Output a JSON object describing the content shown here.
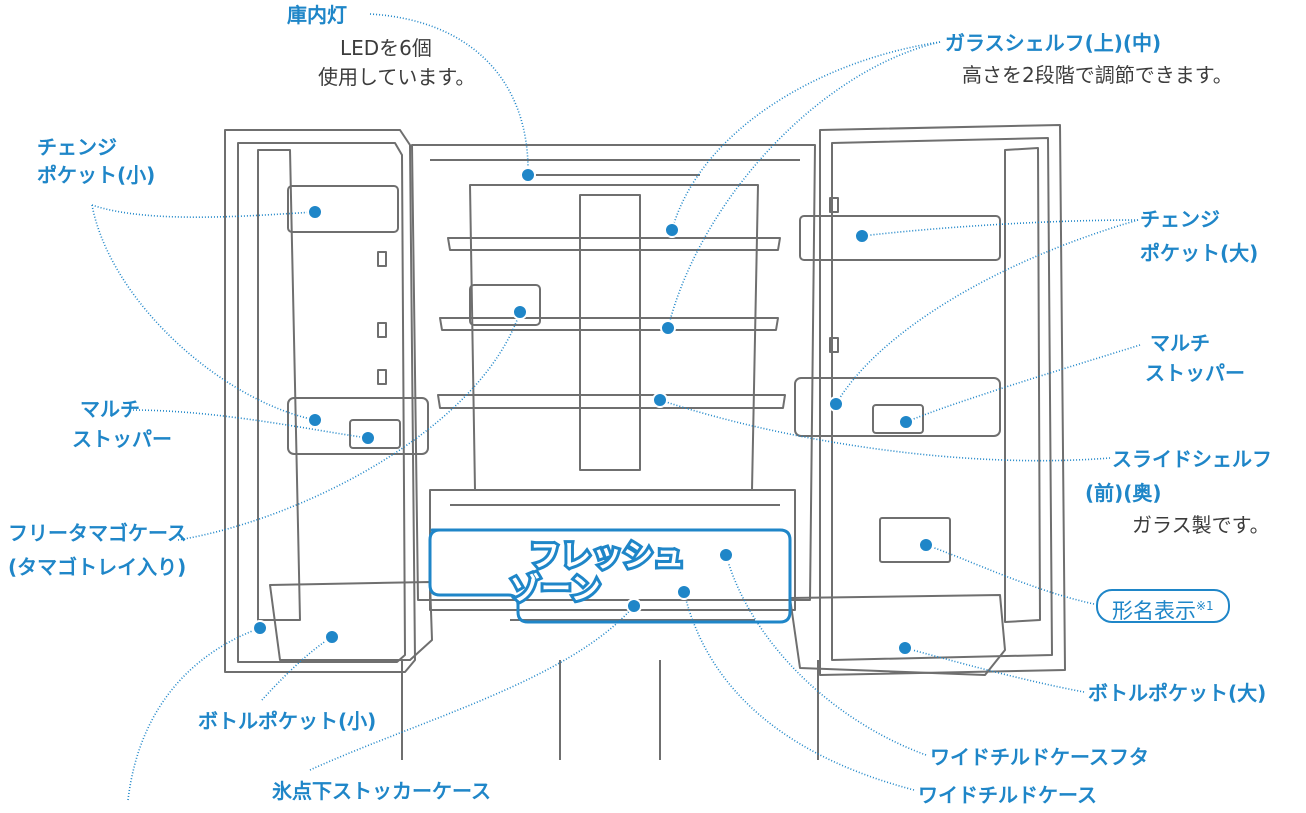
{
  "labels": {
    "interior_light": "庫内灯",
    "interior_light_desc_1": "LEDを6個",
    "interior_light_desc_2": "使用しています。",
    "glass_shelf": "ガラスシェルフ(上)(中)",
    "glass_shelf_desc": "高さを2段階で調節できます。",
    "change_pocket_small_1": "チェンジ",
    "change_pocket_small_2": "ポケット(小)",
    "change_pocket_large_1": "チェンジ",
    "change_pocket_large_2": "ポケット(大)",
    "multi_stopper_left_1": "マルチ",
    "multi_stopper_left_2": "ストッパー",
    "multi_stopper_right_1": "マルチ",
    "multi_stopper_right_2": "ストッパー",
    "slide_shelf_1": "スライドシェルフ",
    "slide_shelf_2": "(前)(奥)",
    "slide_shelf_desc": "ガラス製です。",
    "free_egg_case_1": "フリータマゴケース",
    "free_egg_case_2": "(タマゴトレイ入り)",
    "model_display": "形名表示",
    "model_display_note": "※1",
    "bottle_pocket_large": "ボトルポケット(大)",
    "bottle_pocket_small": "ボトルポケット(小)",
    "wide_chilled_lid": "ワイドチルドケースフタ",
    "sub_zero_case": "氷点下ストッカーケース",
    "wide_chilled_case": "ワイドチルドケース",
    "fresh_zone_1": "フレッシュ",
    "fresh_zone_2": "ゾーン"
  },
  "colors": {
    "accent": "#1f86c8",
    "line_art": "#6f6f6f",
    "text": "#3c3c3c"
  }
}
